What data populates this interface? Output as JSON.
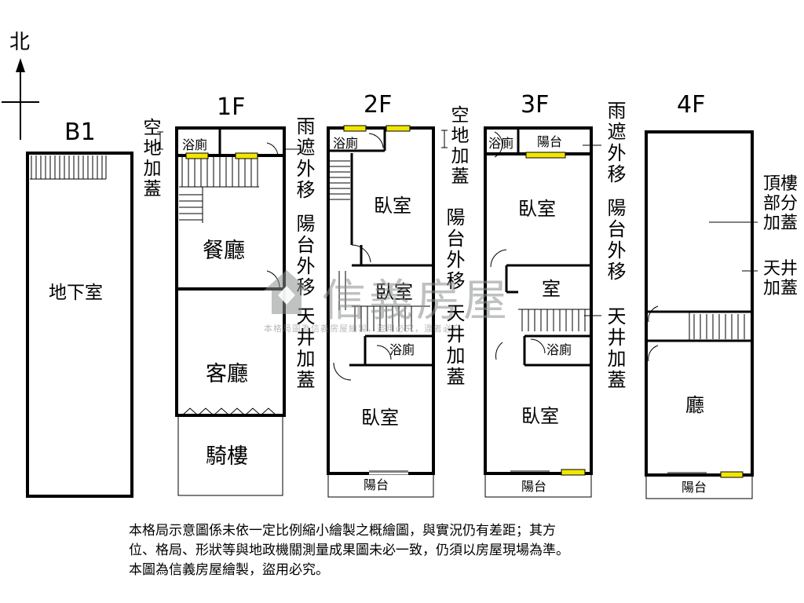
{
  "compass": {
    "north": "北"
  },
  "floors": {
    "b1": {
      "label": "B1",
      "rooms": {
        "basement": "地下室"
      }
    },
    "f1": {
      "label": "1F",
      "rooms": {
        "bath": "浴廁",
        "dining": "餐廳",
        "living": "客廳",
        "arcade": "騎樓"
      },
      "annotations": {
        "left": "空地加蓋",
        "right_a": "雨遮外移",
        "right_b": "陽台外移",
        "right_c": "天井加蓋"
      }
    },
    "f2": {
      "label": "2F",
      "rooms": {
        "bath_top": "浴廁",
        "bedroom_top": "臥室",
        "bedroom_mid": "臥室",
        "bath_mid": "浴廁",
        "bedroom_bottom": "臥室",
        "balcony": "陽台"
      },
      "annotations": {
        "left": "空地加蓋",
        "right_a": "陽台外移",
        "right_b": "天井加蓋"
      }
    },
    "f3": {
      "label": "3F",
      "rooms": {
        "bath_top": "浴廁",
        "balcony_top": "陽台",
        "bedroom_top": "臥室",
        "room_mid": "室",
        "bath_mid": "浴廁",
        "bedroom_bottom": "臥室",
        "balcony": "陽台"
      },
      "annotations": {
        "right_a": "雨遮外移",
        "right_b": "陽台外移",
        "right_c": "天井加蓋"
      }
    },
    "f4": {
      "label": "4F",
      "rooms": {
        "hall": "廳",
        "balcony": "陽台"
      },
      "annotations": {
        "roof": "頂樓部分加蓋",
        "skylight": "天井加蓋"
      }
    }
  },
  "watermark": {
    "name": "信義房屋",
    "sub": "本格局圖為信義房屋繪製，盜用必究，違者必究"
  },
  "disclaimer": {
    "line1": "本格局示意圖係未依一定比例縮小繪製之概繪圖，與實況仍有差距；其方",
    "line2": "位、格局、形狀等與地政機關測量成果圖未必一致，仍須以房屋現場為準。",
    "line3": "本圖為信義房屋繪製，盜用必究。"
  },
  "colors": {
    "wall": "#000000",
    "window": "#f2e600"
  }
}
